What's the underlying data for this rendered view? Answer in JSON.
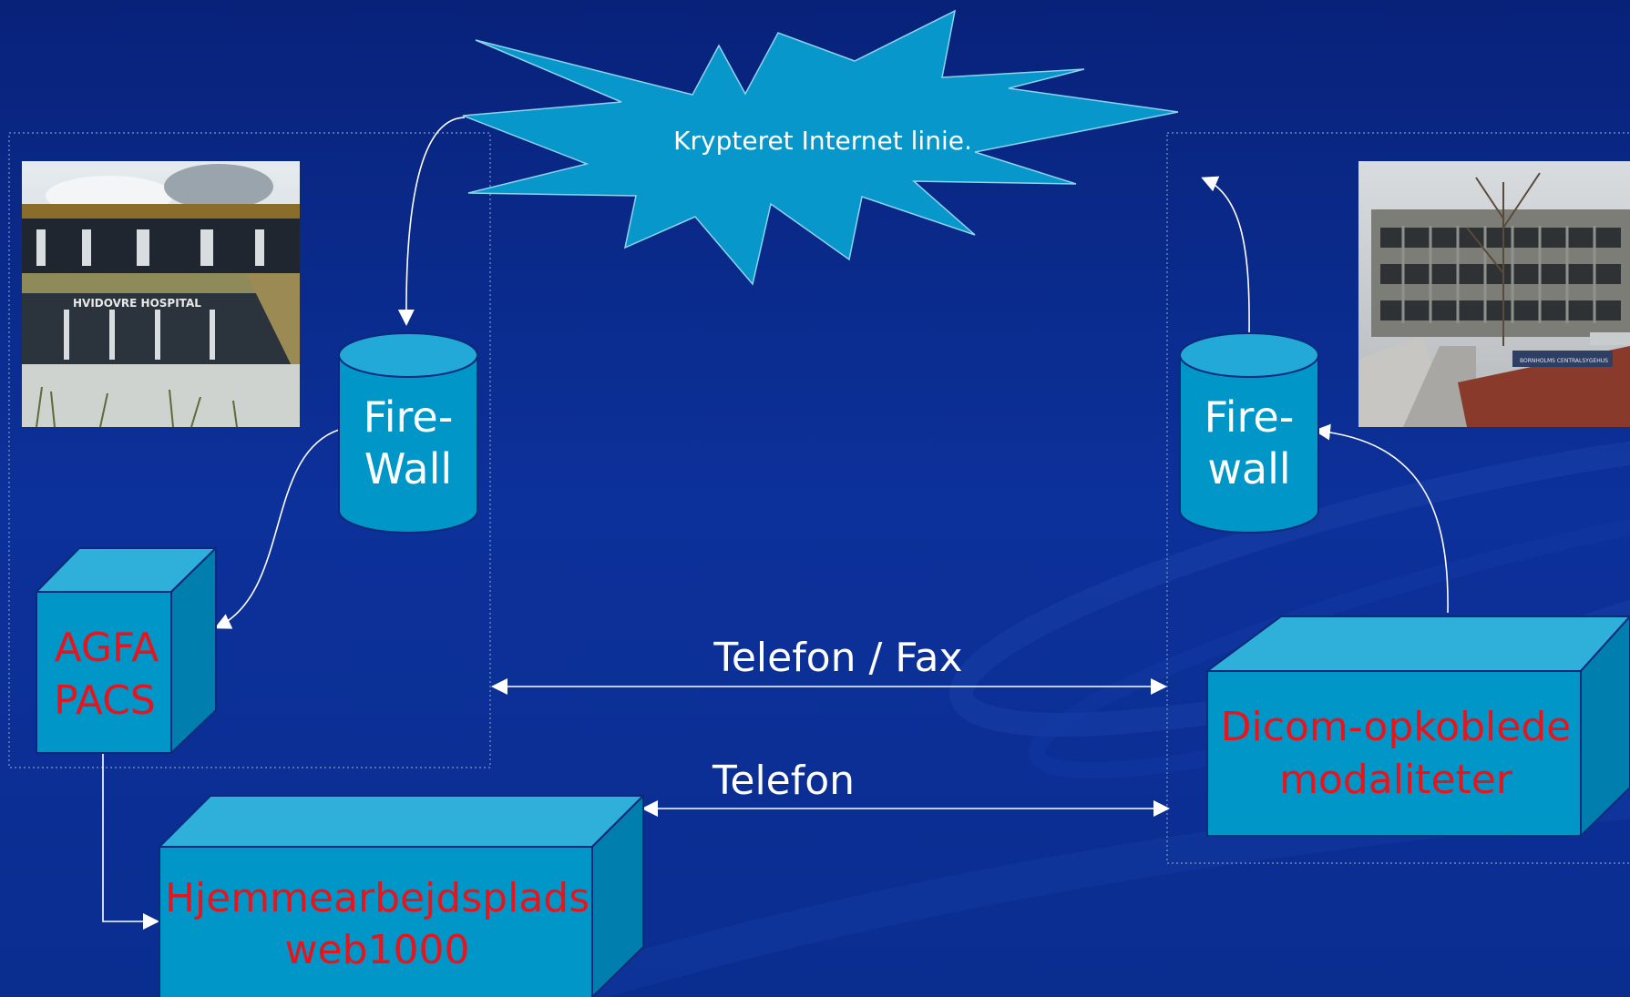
{
  "cloud": {
    "label": "Krypteret Internet linie."
  },
  "firewall_left": {
    "line1": "Fire-",
    "line2": "Wall"
  },
  "firewall_right": {
    "line1": "Fire-",
    "line2": "wall"
  },
  "pacs": {
    "line1": "AGFA",
    "line2": "PACS"
  },
  "home": {
    "line1": "Hjemmearbejdsplads",
    "line2": "web1000"
  },
  "modalities": {
    "line1": "Dicom-opkoblede",
    "line2": "modaliteter"
  },
  "links": {
    "phone_fax": "Telefon / Fax",
    "phone": "Telefon"
  },
  "photos": {
    "left_sign": "HVIDOVRE HOSPITAL",
    "right_sign": "BORNHOLMS CENTRALSYGEHUS"
  },
  "colors": {
    "background": "#0b2f93",
    "box_front": "#0096c8",
    "box_top": "#2fb0da",
    "box_side": "#007fae",
    "label_red": "#e8141c",
    "label_white": "#ffffff"
  }
}
